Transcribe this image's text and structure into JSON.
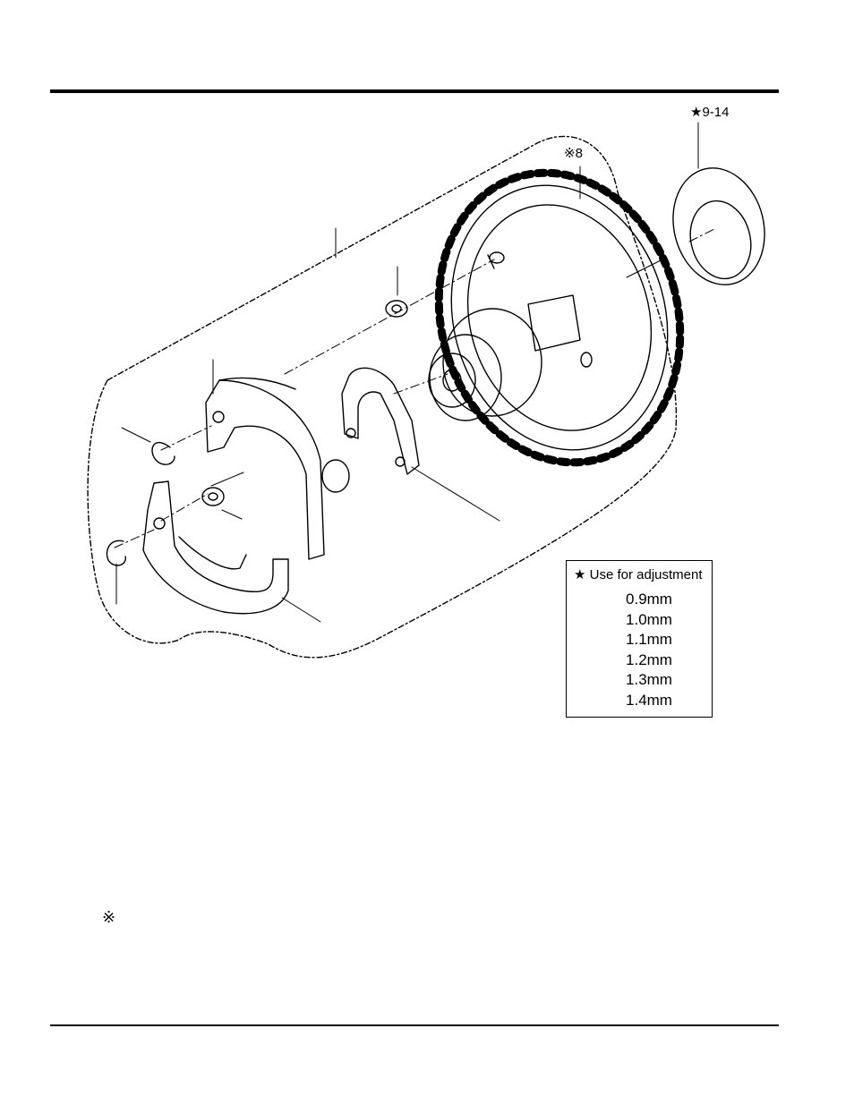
{
  "callouts": {
    "shim_ref": "9-14",
    "gear_ref": "8",
    "star_symbol": "★",
    "note_symbol": "※"
  },
  "adjustment": {
    "title": "Use for adjustment",
    "sizes": [
      "0.9mm",
      "1.0mm",
      "1.1mm",
      "1.2mm",
      "1.3mm",
      "1.4mm"
    ]
  },
  "footnote": {
    "symbol": "※"
  }
}
